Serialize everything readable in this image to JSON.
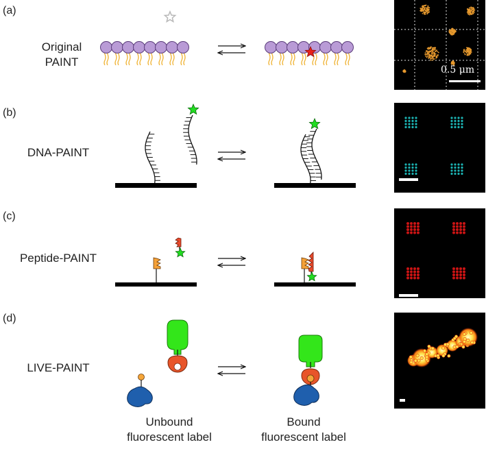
{
  "panels": [
    {
      "letter": "(a)",
      "name_lines": [
        "Original",
        "PAINT"
      ]
    },
    {
      "letter": "(b)",
      "name_lines": [
        "DNA-PAINT"
      ]
    },
    {
      "letter": "(c)",
      "name_lines": [
        "Peptide-PAINT"
      ]
    },
    {
      "letter": "(d)",
      "name_lines": [
        "LIVE-PAINT"
      ]
    }
  ],
  "scale_bar_label": "0.5 μm",
  "footer": {
    "unbound_lines": [
      "Unbound",
      "fluorescent label"
    ],
    "bound_lines": [
      "Bound",
      "fluorescent label"
    ]
  },
  "colors": {
    "lipid_head": "#b99bd6",
    "lipid_tail": "#f0b232",
    "gray_star": "#c8c8c8",
    "red_star": "#e8221a",
    "green_star": "#22dd22",
    "orange_peptide": "#f5a138",
    "red_peptide": "#e84a2c",
    "green_protein": "#33e61a",
    "blue_protein": "#1f5fad",
    "ring_red": "#e8552a",
    "ligand_orange": "#f5a63a",
    "micro_orange": "#e89a2e",
    "micro_cyan": "#1fc6c6",
    "micro_red": "#e01616",
    "micro_yellow": "#ffe14a"
  }
}
